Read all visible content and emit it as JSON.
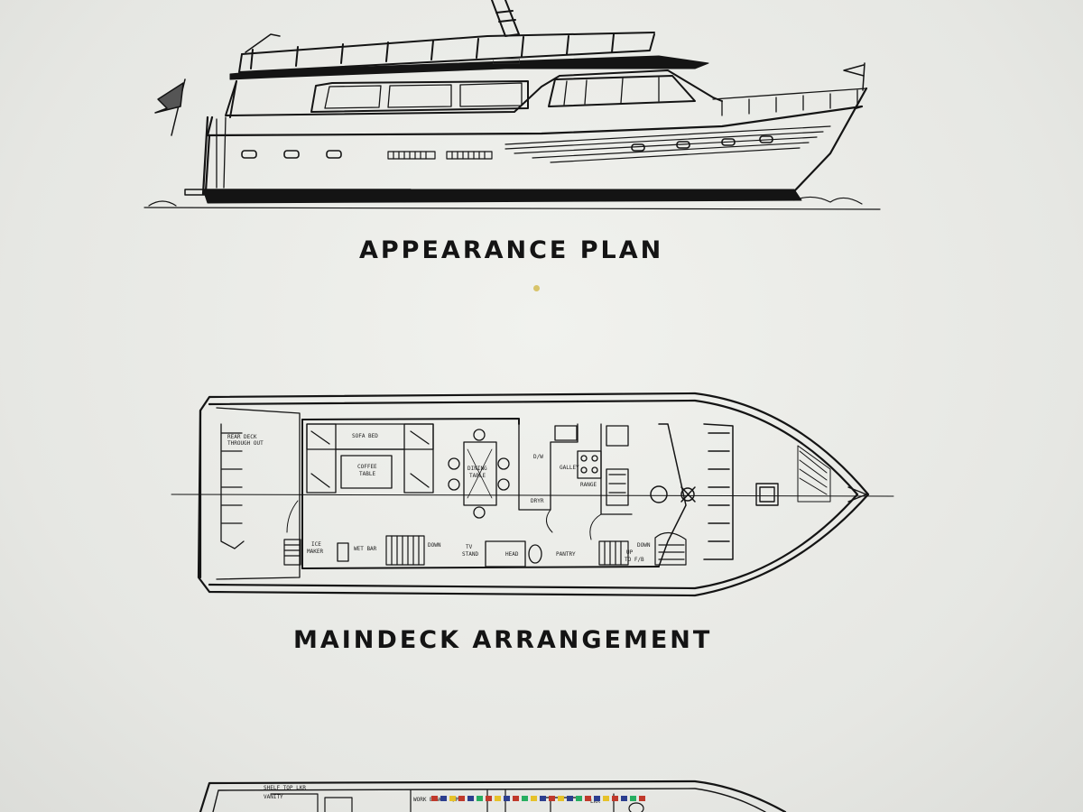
{
  "sheet": {
    "appearance_caption": "APPEARANCE PLAN",
    "maindeck_caption": "MAINDECK ARRANGEMENT"
  },
  "labels": {
    "rear_deck": "REAR DECK",
    "rear_deck_2": "THROUGH OUT",
    "sofa_bed": "SOFA BED",
    "coffee_table": "COFFEE",
    "coffee_table_2": "TABLE",
    "dining_table": "DINING",
    "dining_table_2": "TABLE",
    "dw": "D/W",
    "galley": "GALLEY",
    "dryer": "DRYR",
    "range": "RANGE",
    "ice_maker": "ICE",
    "ice_maker_2": "MAKER",
    "wet_bar": "WET BAR",
    "down_aft": "DOWN",
    "tv_stand": "TV",
    "tv_stand_2": "STAND",
    "head": "HEAD",
    "pantry": "PANTRY",
    "up_fb": "UP",
    "up_fb_2": "TO F/B",
    "down_fwd": "DOWN",
    "lower_1": "SHELF TOP LKR",
    "lower_2": "VANITY",
    "lower_3": "WORK BENCH P/M",
    "lower_4": "LKR"
  },
  "colors": {
    "paper": "#e9eae6",
    "ink": "#141414",
    "highlight_dot": "#d8c46a"
  },
  "flagstrip": [
    "#c0392b",
    "#2c3e8f",
    "#e6c229",
    "#c0392b",
    "#2c3e8f",
    "#27ae60",
    "#c0392b",
    "#e6c229",
    "#2c3e8f",
    "#c0392b",
    "#27ae60",
    "#e6c229",
    "#2c3e8f",
    "#c0392b",
    "#e6c229",
    "#2c3e8f",
    "#27ae60",
    "#c0392b",
    "#2c3e8f",
    "#e6c229",
    "#c0392b",
    "#2c3e8f",
    "#27ae60",
    "#c0392b"
  ]
}
